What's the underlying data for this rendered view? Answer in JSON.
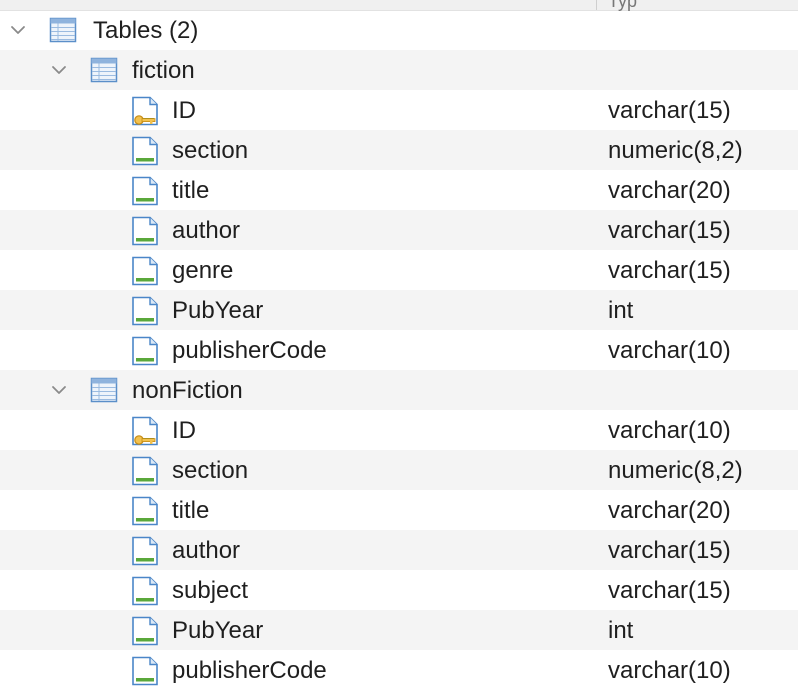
{
  "header": {
    "type_label": "Typ"
  },
  "tables_node": {
    "label": "Tables (2)",
    "tables": [
      {
        "name": "fiction",
        "columns": [
          {
            "name": "ID",
            "type": "varchar(15)",
            "icon": "primary-key-column-icon"
          },
          {
            "name": "section",
            "type": "numeric(8,2)",
            "icon": "column-icon"
          },
          {
            "name": "title",
            "type": "varchar(20)",
            "icon": "column-icon"
          },
          {
            "name": "author",
            "type": "varchar(15)",
            "icon": "column-icon"
          },
          {
            "name": "genre",
            "type": "varchar(15)",
            "icon": "column-icon"
          },
          {
            "name": "PubYear",
            "type": "int",
            "icon": "column-icon"
          },
          {
            "name": "publisherCode",
            "type": "varchar(10)",
            "icon": "column-icon"
          }
        ]
      },
      {
        "name": "nonFiction",
        "columns": [
          {
            "name": "ID",
            "type": "varchar(10)",
            "icon": "primary-key-column-icon"
          },
          {
            "name": "section",
            "type": "numeric(8,2)",
            "icon": "column-icon"
          },
          {
            "name": "title",
            "type": "varchar(20)",
            "icon": "column-icon"
          },
          {
            "name": "author",
            "type": "varchar(15)",
            "icon": "column-icon"
          },
          {
            "name": "subject",
            "type": "varchar(15)",
            "icon": "column-icon"
          },
          {
            "name": "PubYear",
            "type": "int",
            "icon": "column-icon"
          },
          {
            "name": "publisherCode",
            "type": "varchar(10)",
            "icon": "column-icon"
          }
        ]
      }
    ]
  },
  "colors": {
    "row_alt": "#f4f4f4",
    "icon_blue": "#4a86c8",
    "icon_green": "#5aa83a",
    "key_gold": "#e0a82e"
  }
}
